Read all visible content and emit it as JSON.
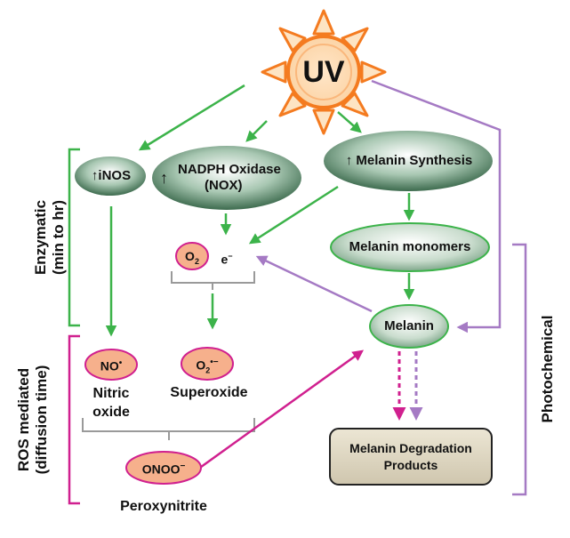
{
  "uv": {
    "label": "UV"
  },
  "nodes": {
    "inos": {
      "arrow": "↑",
      "label": "iNOS"
    },
    "nox": {
      "arrow": "↑",
      "line1": "NADPH Oxidase",
      "line2": "(NOX)"
    },
    "melanin_synthesis": {
      "arrow": "↑",
      "label": "Melanin Synthesis"
    },
    "melanin_monomers": {
      "label": "Melanin monomers"
    },
    "melanin": {
      "label": "Melanin"
    },
    "o2": {
      "base": "O",
      "sub": "2"
    },
    "electron": {
      "base": "e",
      "sup": "−"
    },
    "no_radical": {
      "base": "NO",
      "sup": "•"
    },
    "superoxide_radical": {
      "base": "O",
      "sub": "2",
      "sup": "•−"
    },
    "peroxynitrite_radical": {
      "base": "ONOO",
      "sup": "−"
    },
    "degradation": {
      "line1": "Melanin Degradation",
      "line2": "Products"
    }
  },
  "labels": {
    "nitric_line1": "Nitric",
    "nitric_line2": "oxide",
    "superoxide": "Superoxide",
    "peroxynitrite": "Peroxynitrite"
  },
  "side_labels": {
    "enzymatic_line1": "Enzymatic",
    "enzymatic_line2": "(min to hr)",
    "ros_line1": "ROS mediated",
    "ros_line2": "(diffusion time)",
    "photochemical": "Photochemical"
  },
  "colors": {
    "green_arrow": "#3cb34a",
    "purple_arrow": "#a57ac4",
    "magenta_arrow": "#d0208f",
    "salmon_fill": "#f6b08c",
    "salmon_stroke": "#d0208f",
    "sun_orange": "#f47b20",
    "dark_green": "#3d6b4e",
    "degradation_fill": "#ded7c3"
  }
}
